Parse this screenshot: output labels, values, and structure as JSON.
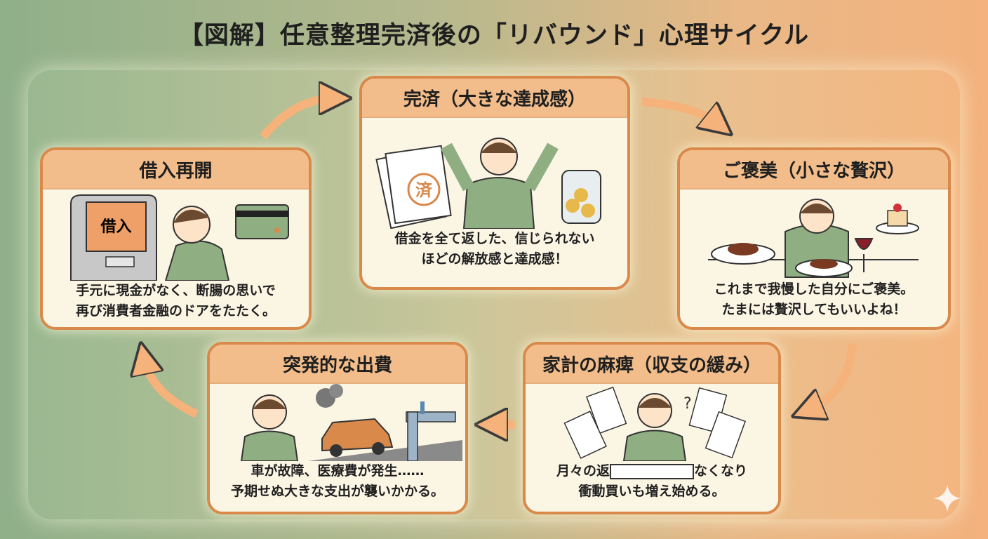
{
  "title": "【図解】任意整理完済後の「リバウンド」心理サイクル",
  "colors": {
    "card_border": "#d9894a",
    "card_header": "#f2bd8a",
    "arrow": "#f5b27a",
    "shirt": "#8fae82"
  },
  "cards": [
    {
      "id": "complete",
      "heading": "完済（大きな達成感）",
      "stamp": "済",
      "lines": [
        "借金を全て返した、信じられない",
        "ほどの解放感と達成感！"
      ]
    },
    {
      "id": "reward",
      "heading": "ご褒美（小さな贅沢）",
      "lines": [
        "これまで我慢した自分にご褒美。",
        "たまには贅沢してもいいよね！"
      ]
    },
    {
      "id": "numb",
      "heading": "家計の麻痺（収支の緩み）",
      "lines": [
        "月々の返",
        "なくなり",
        "衝動買いも増え始める。"
      ]
    },
    {
      "id": "sudden",
      "heading": "突発的な出費",
      "lines": [
        "車が故障、医療費が発生……",
        "予期せぬ大きな支出が襲いかかる。"
      ]
    },
    {
      "id": "reborrow",
      "heading": "借入再開",
      "atm_screen": "借入",
      "lines": [
        "手元に現金がなく、断腸の思いで",
        "再び消費者金融のドアをたたく。"
      ]
    }
  ],
  "cycle_direction": "clockwise"
}
